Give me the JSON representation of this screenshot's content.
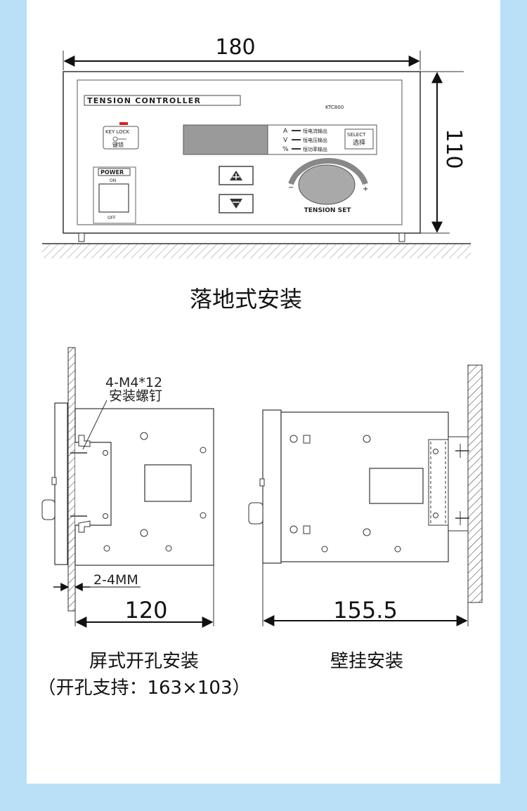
{
  "floor": {
    "caption": "落地式安装",
    "width_dim": "180",
    "height_dim": "110",
    "device": {
      "title": "TENSION CONTROLLER",
      "model": "KTC800",
      "key_lock": "KEY LOCK",
      "key_lock_cn": "键锁",
      "power": "POWER",
      "power_on": "ON",
      "power_off": "OFF",
      "indicators": [
        {
          "symbol": "A",
          "text": "恒电流输出"
        },
        {
          "symbol": "V",
          "text": "恒电压输出"
        },
        {
          "symbol": "%",
          "text": "恒功率输出"
        }
      ],
      "select": "SELECT",
      "select_cn": "选择",
      "knob_label": "TENSION SET",
      "knob_minus": "−",
      "knob_plus": "+"
    }
  },
  "panel_mount": {
    "screw_spec": "4-M4*12",
    "screw_cn": "安装螺钉",
    "thickness": "2-4MM",
    "depth_dim": "120",
    "caption": "屏式开孔安装",
    "sub_caption": "（开孔支持：163×103）"
  },
  "wall_mount": {
    "depth_dim": "155.5",
    "caption": "壁挂安装"
  }
}
